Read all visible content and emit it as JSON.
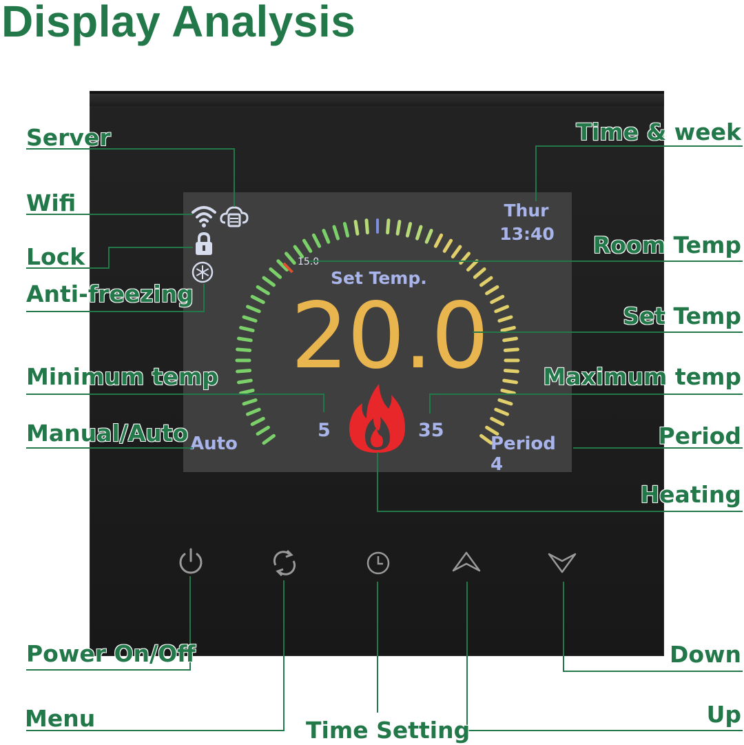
{
  "title": "Display Analysis",
  "screen": {
    "day": "Thur",
    "time": "13:40",
    "room_temp": "15.0",
    "set_temp_label": "Set Temp.",
    "set_temp_value": "20.0",
    "min_value": "5",
    "max_value": "35",
    "mode": "Auto",
    "period": "Period 4"
  },
  "labels": {
    "server": "Server",
    "wifi": "Wifi",
    "lock": "Lock",
    "anti_freezing": "Anti-freezing",
    "minimum_temp": "Minimum temp",
    "manual_auto": "Manual/Auto",
    "time_week": "Time & week",
    "room_temp": "Room Temp",
    "set_temp": "Set Temp",
    "maximum_temp": "Maximum temp",
    "period": "Period",
    "heating": "Heating",
    "power": "Power On/Off",
    "menu": "Menu",
    "time_setting": "Time Setting",
    "down": "Down",
    "up": "Up"
  },
  "icons": [
    "wifi-icon",
    "server-icon",
    "lock-icon",
    "snowflake-icon",
    "flame-icon",
    "power-icon",
    "menu-cycle-icon",
    "clock-icon",
    "up-arrow-icon",
    "down-arrow-icon"
  ],
  "colors": {
    "label_green": "#23784a",
    "screen_text": "#a9b5ea",
    "set_value": "#e9b54e",
    "flame": "#e8272b",
    "room_marker": "#e0512f"
  }
}
